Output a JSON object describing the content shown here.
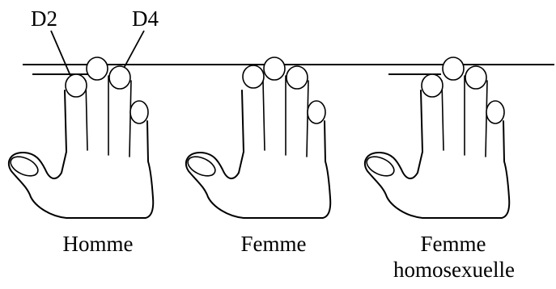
{
  "finger_labels": {
    "d2": "D2",
    "d4": "D4"
  },
  "hands": [
    {
      "id": "homme",
      "label_lines": [
        "Homme"
      ],
      "finger_order": "D2 shorter than D4"
    },
    {
      "id": "femme",
      "label_lines": [
        "Femme"
      ],
      "finger_order": "D2 equal to D4"
    },
    {
      "id": "femme-homosexuelle",
      "label_lines": [
        "Femme",
        "homosexuelle"
      ],
      "finger_order": "D2 shorter than D4"
    }
  ]
}
